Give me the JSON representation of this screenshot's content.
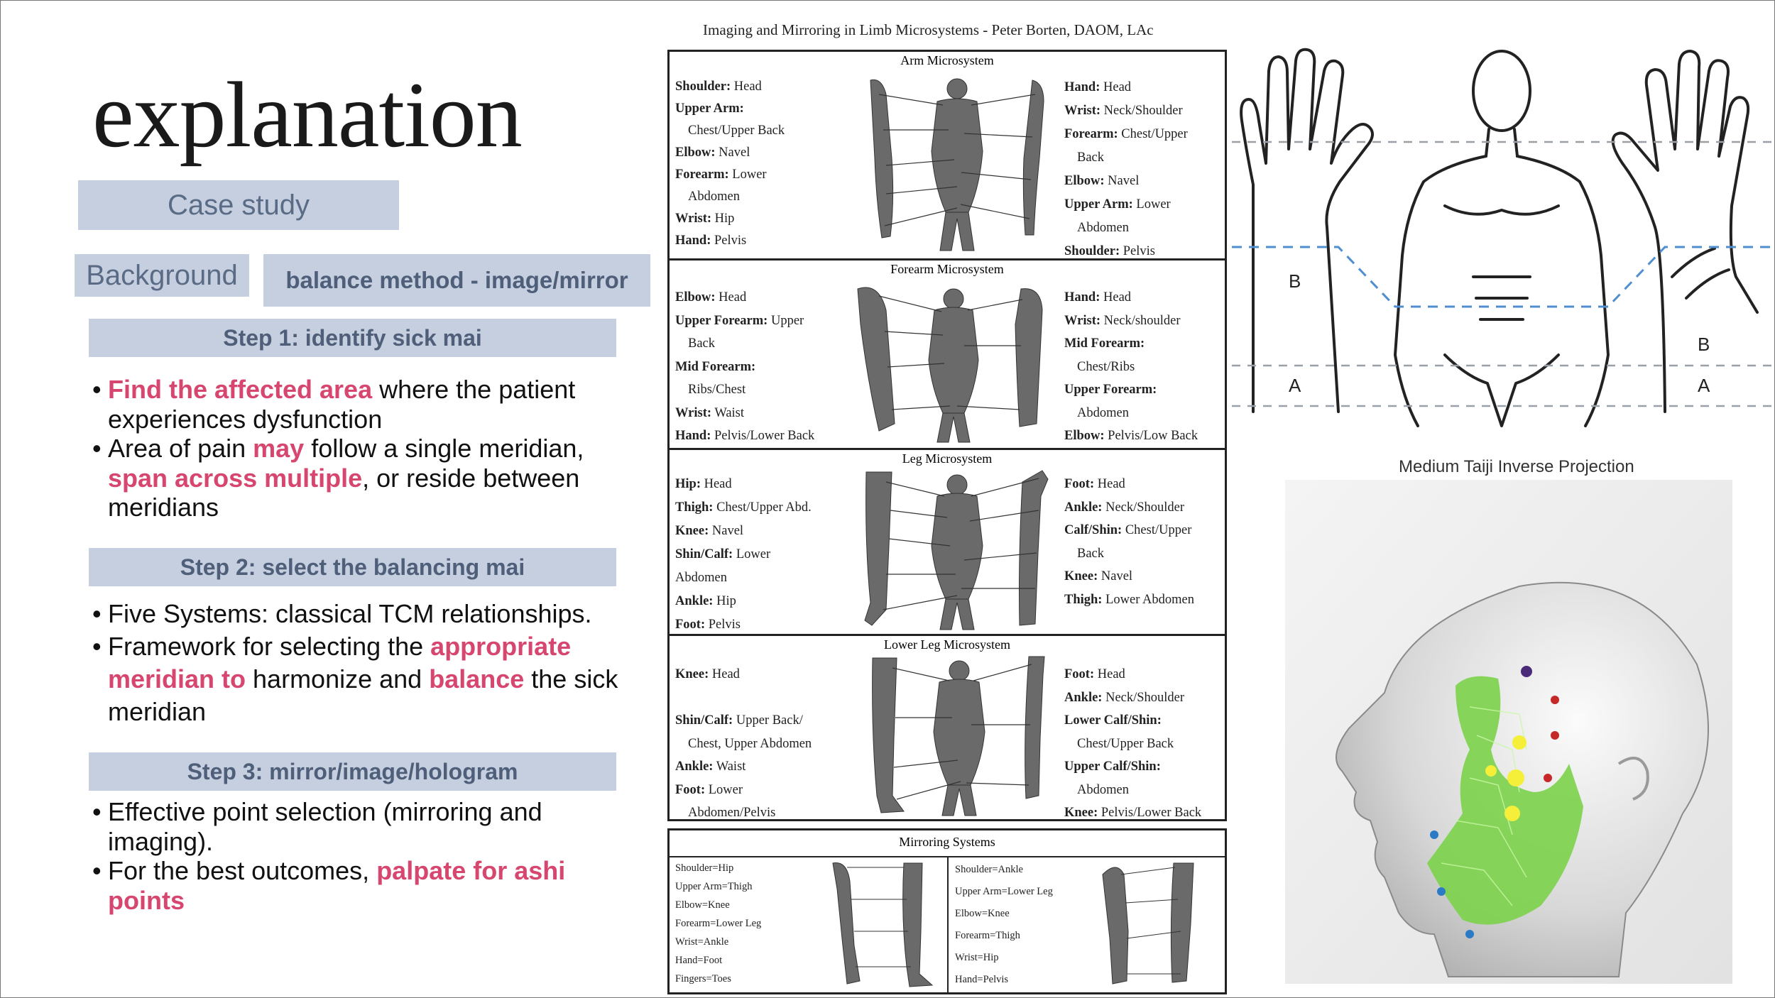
{
  "slide": {
    "title": "explanation",
    "case_study": "Case study",
    "background": "Background",
    "balance_method": "balance method - image/mirror",
    "step1": "Step 1: identify sick mai",
    "step2": "Step 2: select the balancing mai",
    "step3": "Step 3: mirror/image/hologram",
    "s1b1_hl": "Find the affected area",
    "s1b1_rest": " where the patient experiences dysfunction",
    "s1b2_a": "Area of pain ",
    "s1b2_hl1": "may",
    "s1b2_b": " follow a single meridian, ",
    "s1b2_hl2": "span across multiple",
    "s1b2_c": ", or reside between meridians",
    "s2b1": "Five Systems: classical TCM relationships.",
    "s2b2_a": "Framework for selecting the ",
    "s2b2_hl1": "appropriate meridian to",
    "s2b2_b": " harmonize and ",
    "s2b2_hl2": "balance",
    "s2b2_c": " the sick meridian",
    "s3b1": "Effective point selection (mirroring and imaging).",
    "s3b2_a": "For the best outcomes, ",
    "s3b2_hl": "palpate for ashi points"
  },
  "colors": {
    "accent": "#d6466e",
    "box": "#c5cfdf",
    "box_text": "#4f5f7a",
    "taiji_green": "#7bd14a"
  },
  "figure": {
    "title": "Imaging and Mirroring in Limb Microsystems - Peter Borten, DAOM, LAc",
    "arm": {
      "title": "Arm Microsystem",
      "left": [
        [
          "Shoulder:",
          " Head"
        ],
        [
          "Upper Arm:",
          ""
        ],
        [
          "",
          "Chest/Upper Back"
        ],
        [
          "Elbow:",
          " Navel"
        ],
        [
          "Forearm:",
          " Lower"
        ],
        [
          "",
          "Abdomen"
        ],
        [
          "Wrist:",
          " Hip"
        ],
        [
          "Hand:",
          " Pelvis"
        ]
      ],
      "right": [
        [
          "Hand:",
          " Head"
        ],
        [
          "Wrist:",
          " Neck/Shoulder"
        ],
        [
          "Forearm:",
          " Chest/Upper"
        ],
        [
          "",
          "Back"
        ],
        [
          "Elbow:",
          " Navel"
        ],
        [
          "Upper Arm:",
          " Lower"
        ],
        [
          "",
          "Abdomen"
        ],
        [
          "Shoulder:",
          " Pelvis"
        ]
      ]
    },
    "forearm": {
      "title": "Forearm Microsystem",
      "left": [
        [
          "Elbow:",
          " Head"
        ],
        [
          "Upper Forearm:",
          " Upper"
        ],
        [
          "",
          "Back"
        ],
        [
          "Mid Forearm:",
          ""
        ],
        [
          "",
          "Ribs/Chest"
        ],
        [
          "Wrist:",
          " Waist"
        ],
        [
          "Hand:",
          " Pelvis/Lower Back"
        ]
      ],
      "right": [
        [
          "Hand:",
          " Head"
        ],
        [
          "Wrist:",
          " Neck/shoulder"
        ],
        [
          "Mid Forearm:",
          ""
        ],
        [
          "",
          "Chest/Ribs"
        ],
        [
          "Upper Forearm:",
          ""
        ],
        [
          "",
          "Abdomen"
        ],
        [
          "Elbow:",
          " Pelvis/Low Back"
        ]
      ]
    },
    "leg": {
      "title": "Leg Microsystem",
      "left": [
        [
          "Hip:",
          " Head"
        ],
        [
          "Thigh:",
          " Chest/Upper Abd."
        ],
        [
          "Knee:",
          " Navel"
        ],
        [
          "Shin/Calf:",
          " Lower"
        ],
        [
          "",
          "Abdomen"
        ],
        [
          "Ankle:",
          " Hip"
        ],
        [
          "Foot:",
          " Pelvis"
        ]
      ],
      "right": [
        [
          "Foot:",
          " Head"
        ],
        [
          "Ankle:",
          " Neck/Shoulder"
        ],
        [
          "Calf/Shin:",
          " Chest/Upper"
        ],
        [
          "",
          "Back"
        ],
        [
          "Knee:",
          " Navel"
        ],
        [
          "Thigh:",
          " Lower Abdomen"
        ]
      ]
    },
    "lowerleg": {
      "title": "Lower Leg Microsystem",
      "left": [
        [
          "Knee:",
          " Head"
        ],
        [
          "",
          ""
        ],
        [
          "Shin/Calf:",
          " Upper Back/"
        ],
        [
          "",
          "Chest, Upper Abdomen"
        ],
        [
          "Ankle:",
          " Waist"
        ],
        [
          "Foot:",
          " Lower"
        ],
        [
          "",
          "Abdomen/Pelvis"
        ]
      ],
      "right": [
        [
          "Foot:",
          " Head"
        ],
        [
          "Ankle:",
          " Neck/Shoulder"
        ],
        [
          "Lower Calf/Shin:",
          ""
        ],
        [
          "",
          "Chest/Upper Back"
        ],
        [
          "Upper Calf/Shin:",
          ""
        ],
        [
          "",
          "Abdomen"
        ],
        [
          "Knee:",
          " Pelvis/Lower Back"
        ]
      ]
    },
    "mirror": {
      "title": "Mirroring Systems",
      "left": [
        "Shoulder=Hip",
        "Upper Arm=Thigh",
        "Elbow=Knee",
        "Forearm=Lower Leg",
        "Wrist=Ankle",
        "Hand=Foot",
        "Fingers=Toes"
      ],
      "right": [
        "Shoulder=Ankle",
        "Upper Arm=Lower Leg",
        "Elbow=Knee",
        "Forearm=Thigh",
        "Wrist=Hip",
        "Hand=Pelvis"
      ]
    }
  },
  "body_diagram": {
    "label_b_left": "B",
    "label_a_left": "A",
    "label_b_right": "B",
    "label_a_right": "A"
  },
  "taiji": {
    "title": "Medium Taiji Inverse Projection"
  }
}
